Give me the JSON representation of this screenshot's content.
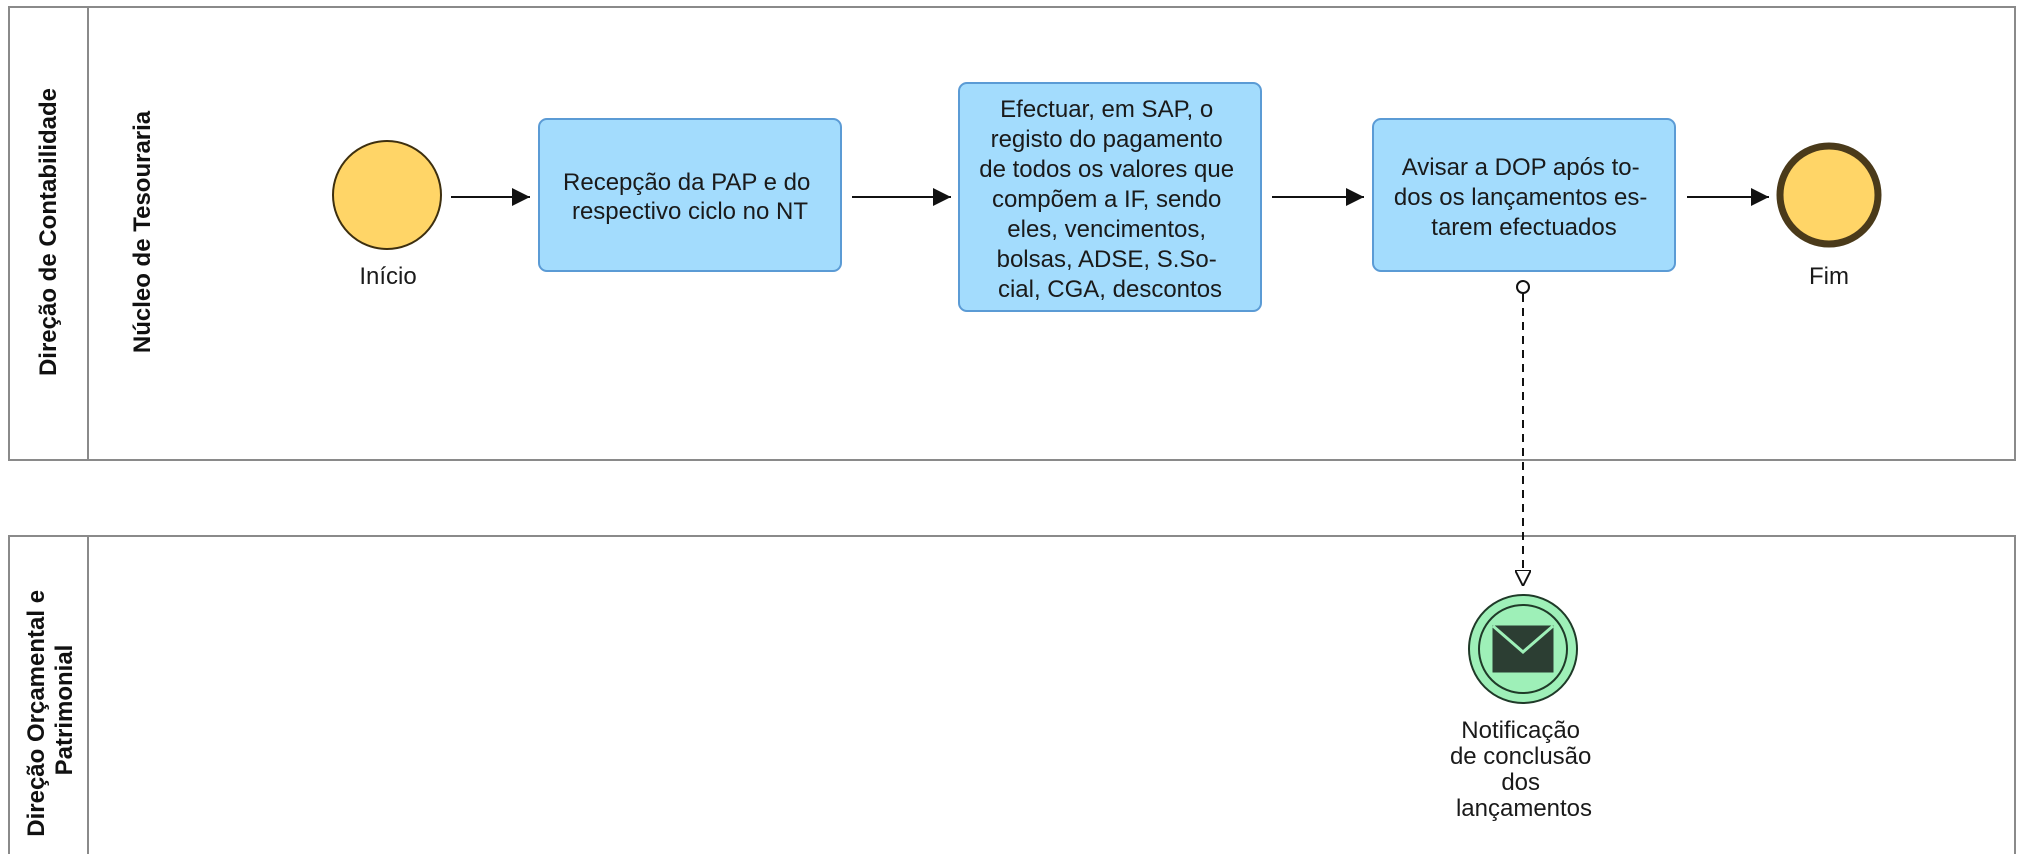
{
  "pools": [
    {
      "title": "Direção de Contabilidade",
      "lane": "Núcleo de Tesouraria"
    },
    {
      "title_lines": [
        "Direção Orçamental e",
        "Patrimonial"
      ]
    }
  ],
  "events": {
    "start": "Início",
    "end": "Fim",
    "message": {
      "label_lines": [
        "Notificação",
        "de conclusão",
        "dos",
        "lançamentos"
      ],
      "icon": "envelope-icon"
    }
  },
  "tasks": [
    {
      "lines": [
        "Recepção da PAP e do",
        "respectivo ciclo no NT"
      ]
    },
    {
      "lines": [
        "Efectuar, em SAP, o",
        "registo do pagamento",
        "de todos os valores que",
        "compõem a IF, sendo",
        "eles, vencimentos,",
        "bolsas, ADSE, S.So-",
        "cial, CGA, descontos"
      ]
    },
    {
      "lines": [
        "Avisar a DOP após to-",
        "dos os lançamentos es-",
        "tarem efectuados"
      ]
    }
  ],
  "colors": {
    "task_fill": "#a3dcfd",
    "task_stroke": "#5b9bd5",
    "event_fill": "#ffd567",
    "event_stroke": "#3d2f0f",
    "message_fill": "#9ef0b8",
    "message_stroke": "#1f3a28",
    "pool_stroke": "#8a8a8a"
  }
}
